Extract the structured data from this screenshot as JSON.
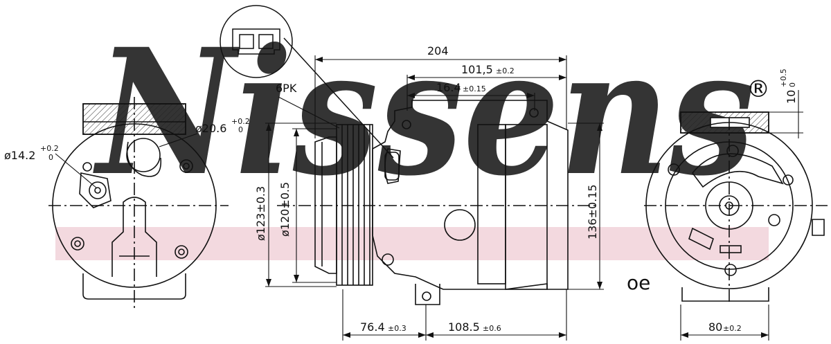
{
  "watermark": {
    "brand": "Nissens",
    "registered": "®",
    "color": "#c8d6e6",
    "band_color": "#f3d9df"
  },
  "part_label": "6PK",
  "dimensions": {
    "overall_length": "204",
    "offset_a": "101,5",
    "offset_a_tol": "±0.2",
    "offset_b": "16.4",
    "offset_b_tol": "±0.15",
    "pulley_outer": "ø123±0.3",
    "pulley_inner": "ø120±0.5",
    "height": "136±0.15",
    "bottom_left": "76.4",
    "bottom_left_tol": "±0.3",
    "bottom_mid": "108.5",
    "bottom_mid_tol": "±0.6",
    "bottom_right": "80",
    "bottom_right_tol": "±0.2",
    "port_large": "ø20.6",
    "port_large_tol_top": "+0.2",
    "port_large_tol_bot": "0",
    "port_small": "ø14.2",
    "port_small_tol_top": "+0.2",
    "port_small_tol_bot": "0",
    "top_right": "10",
    "top_right_tol_top": "+0.5",
    "top_right_tol_bot": "0"
  },
  "credit": "oe"
}
